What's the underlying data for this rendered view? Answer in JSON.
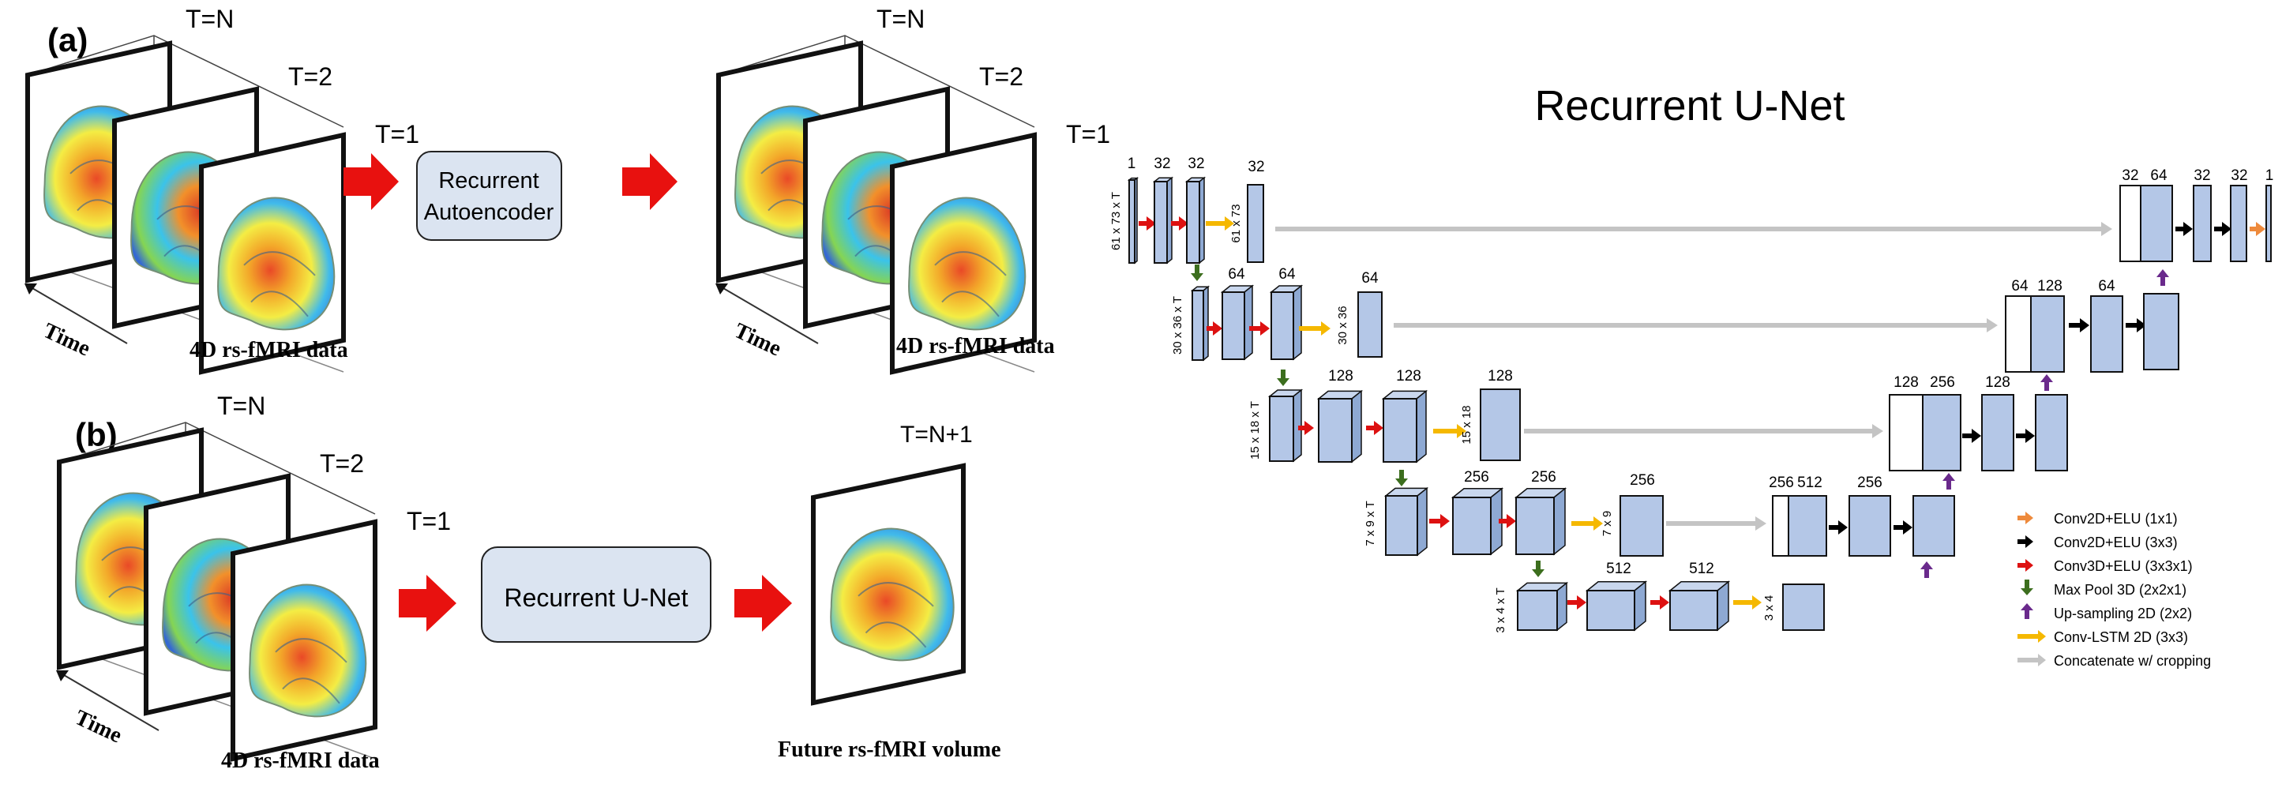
{
  "panel_a": {
    "label": "(a)",
    "input": {
      "t_labels": [
        "T=N",
        "T=2",
        "T=1"
      ],
      "time_label": "Time",
      "caption": "4D rs-fMRI data"
    },
    "model_box": {
      "line1": "Recurrent",
      "line2": "Autoencoder"
    },
    "output": {
      "t_labels": [
        "T=N",
        "T=2",
        "T=1"
      ],
      "time_label": "Time",
      "caption": "4D rs-fMRI data"
    }
  },
  "panel_b": {
    "label": "(b)",
    "input": {
      "t_labels": [
        "T=N",
        "T=2",
        "T=1"
      ],
      "time_label": "Time",
      "caption": "4D rs-fMRI data"
    },
    "model_box": {
      "label": "Recurrent U-Net"
    },
    "output": {
      "t_label": "T=N+1",
      "caption": "Future rs-fMRI volume"
    }
  },
  "unet": {
    "title": "Recurrent U-Net",
    "channels": {
      "l1_in": "1",
      "l1_a": "32",
      "l1_b": "32",
      "l1_c": "32",
      "l1_d_cat": "32",
      "l1_d": "64",
      "l1_e": "32",
      "l1_f": "32",
      "l1_out": "1",
      "l2_a": "64",
      "l2_b": "64",
      "l2_c": "64",
      "l2_d_cat": "64",
      "l2_d": "128",
      "l2_e": "64",
      "l3_a": "128",
      "l3_b": "128",
      "l3_c": "128",
      "l3_d_cat": "128",
      "l3_d": "256",
      "l3_e": "128",
      "l4_a": "256",
      "l4_b": "256",
      "l4_c": "256",
      "l4_d_cat": "256",
      "l4_d": "512",
      "l4_e": "256",
      "l5_a": "512",
      "l5_b": "512"
    },
    "dims": {
      "l1": "61 x 73 x T",
      "l1_c": "61 x 73",
      "l2": "30 x 36 x T",
      "l2_c": "30 x 36",
      "l3": "15 x 18 x T",
      "l3_c": "15 x 18",
      "l4": "7 x 9 x T",
      "l4_c": "7 x 9",
      "l5": "3 x 4 x T",
      "l5_c": "3 x 4"
    },
    "legend": [
      {
        "label": "Conv2D+ELU (1x1)",
        "color": "#ee8a3c"
      },
      {
        "label": "Conv2D+ELU (3x3)",
        "color": "#000000"
      },
      {
        "label": "Conv3D+ELU (3x3x1)",
        "color": "#dd1111"
      },
      {
        "label": "Max Pool 3D (2x2x1)",
        "color": "#3c6e1e"
      },
      {
        "label": "Up-sampling 2D (2x2)",
        "color": "#6a2a8c"
      },
      {
        "label": "Conv-LSTM 2D (3x3)",
        "color": "#f5b800"
      },
      {
        "label": "Concatenate w/ cropping",
        "color": "#c4c4c4"
      }
    ]
  }
}
